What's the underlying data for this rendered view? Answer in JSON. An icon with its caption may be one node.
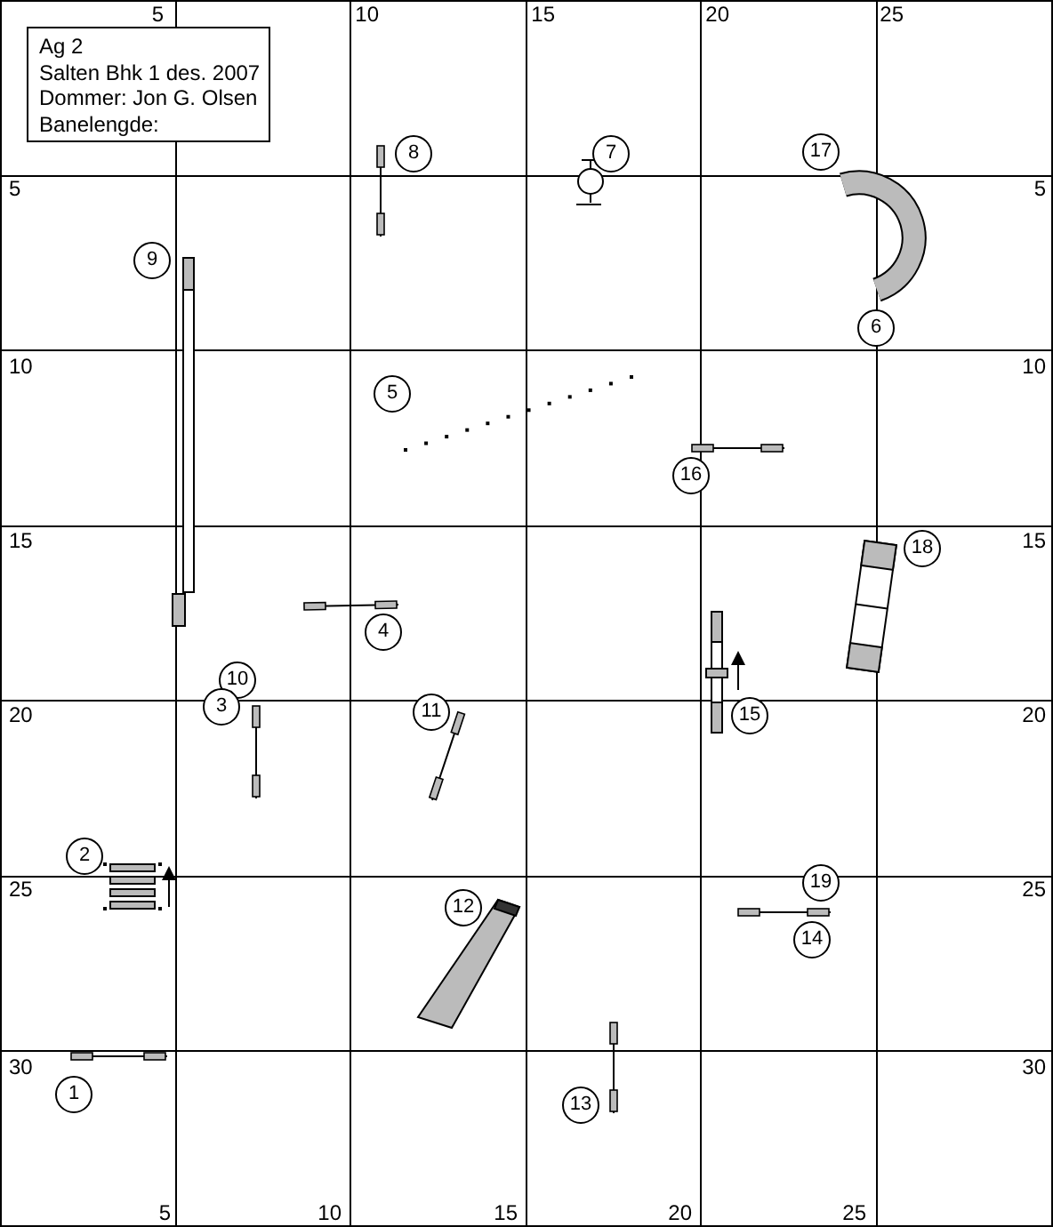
{
  "diagram": {
    "nodes": [
      {
        "text": [
          "Ag 2",
          "Salten Bhk 1 des. 2007",
          "Dommer: Jon G. Olsen",
          "Banelengde:"
        ]
      }
    ],
    "labels": [
      "5",
      "10",
      "15",
      "20",
      "25",
      "8",
      "7",
      "17",
      "5",
      "5",
      "9",
      "6",
      "10",
      "10",
      "5",
      "16",
      "15",
      "18",
      "15",
      "4",
      "10",
      "20",
      "3",
      "11",
      "15",
      "20",
      "2",
      "19",
      "25",
      "25",
      "12",
      "14",
      "30",
      "30",
      "1",
      "13",
      "5",
      "10",
      "15",
      "20",
      "25"
    ]
  }
}
